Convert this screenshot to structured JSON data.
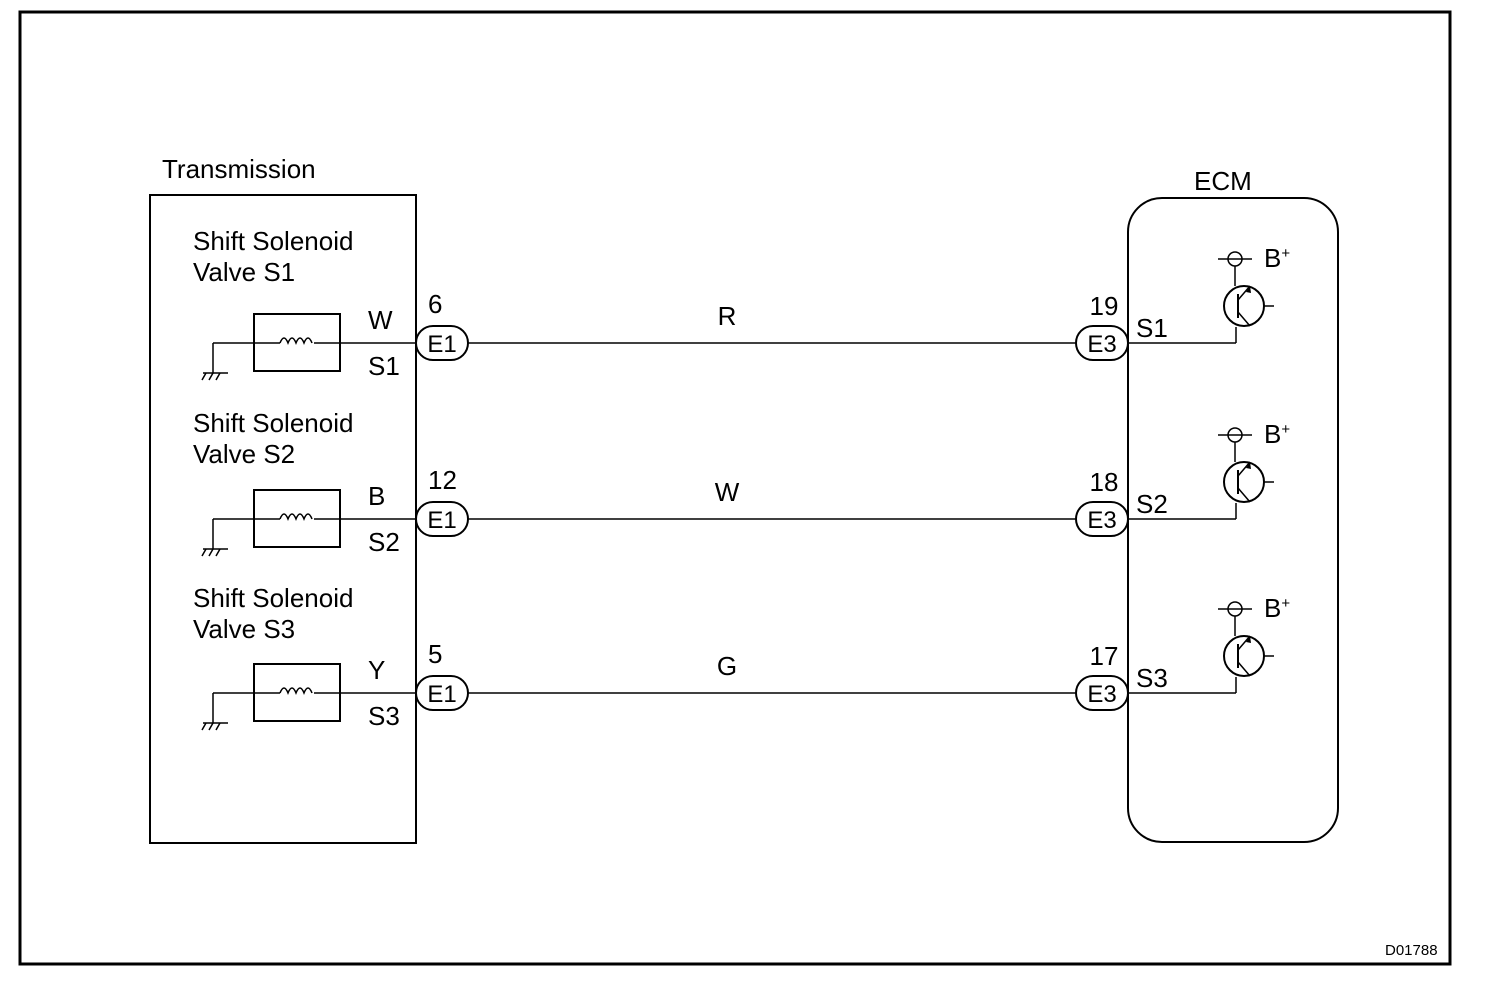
{
  "figure_id": "D01788",
  "transmission": {
    "title": "Transmission",
    "valves": [
      {
        "name_line1": "Shift  Solenoid",
        "name_line2": "Valve S1",
        "wire_color": "W",
        "terminal": "S1"
      },
      {
        "name_line1": "Shift  Solenoid",
        "name_line2": "Valve S2",
        "wire_color": "B",
        "terminal": "S2"
      },
      {
        "name_line1": "Shift  Solenoid",
        "name_line2": "Valve S3",
        "wire_color": "Y",
        "terminal": "S3"
      }
    ]
  },
  "harness": [
    {
      "left_connector": "E1",
      "left_pin": "6",
      "wire_color": "R",
      "right_connector": "E3",
      "right_pin": "19"
    },
    {
      "left_connector": "E1",
      "left_pin": "12",
      "wire_color": "W",
      "right_connector": "E3",
      "right_pin": "18"
    },
    {
      "left_connector": "E1",
      "left_pin": "5",
      "wire_color": "G",
      "right_connector": "E3",
      "right_pin": "17"
    }
  ],
  "ecm": {
    "title": "ECM",
    "terminals": [
      "S1",
      "S2",
      "S3"
    ],
    "supply": {
      "label": "B",
      "superscript": "+"
    }
  }
}
